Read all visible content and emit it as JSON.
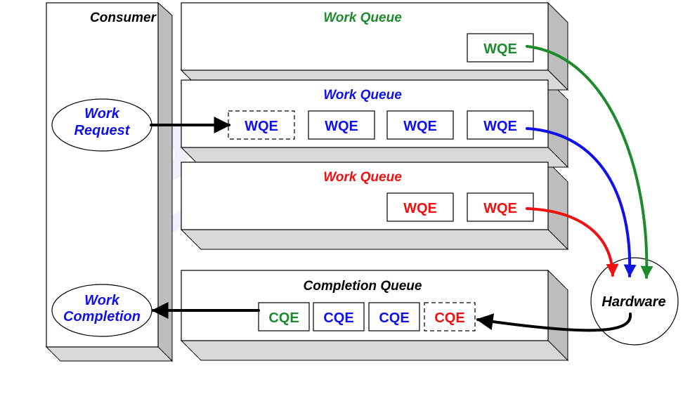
{
  "colors": {
    "green": "#1e8a2e",
    "blue": "#1010e8",
    "red": "#ee1111",
    "black": "#000000",
    "shadow": "#d9d9d9",
    "shadow_dark": "#bdbdbd",
    "watermark": "#eef0fb"
  },
  "consumer": {
    "title": "Consumer",
    "work_request": [
      "Work",
      "Request"
    ],
    "work_completion": [
      "Work",
      "Completion"
    ]
  },
  "queues": [
    {
      "title": "Work Queue",
      "color": "green",
      "items": [
        "WQE"
      ],
      "pending": false
    },
    {
      "title": "Work Queue",
      "color": "blue",
      "items": [
        "WQE",
        "WQE",
        "WQE",
        "WQE"
      ],
      "pending": true
    },
    {
      "title": "Work Queue",
      "color": "red",
      "items": [
        "WQE",
        "WQE"
      ],
      "pending": false
    }
  ],
  "completion_queue": {
    "title": "Completion Queue",
    "items": [
      {
        "label": "CQE",
        "color": "green",
        "pending": false
      },
      {
        "label": "CQE",
        "color": "blue",
        "pending": false
      },
      {
        "label": "CQE",
        "color": "blue",
        "pending": false
      },
      {
        "label": "CQE",
        "color": "red",
        "pending": true
      }
    ]
  },
  "hardware": {
    "label": "Hardware"
  },
  "watermark": {
    "text": "IB",
    "icon": "ib-watermark-logo"
  }
}
